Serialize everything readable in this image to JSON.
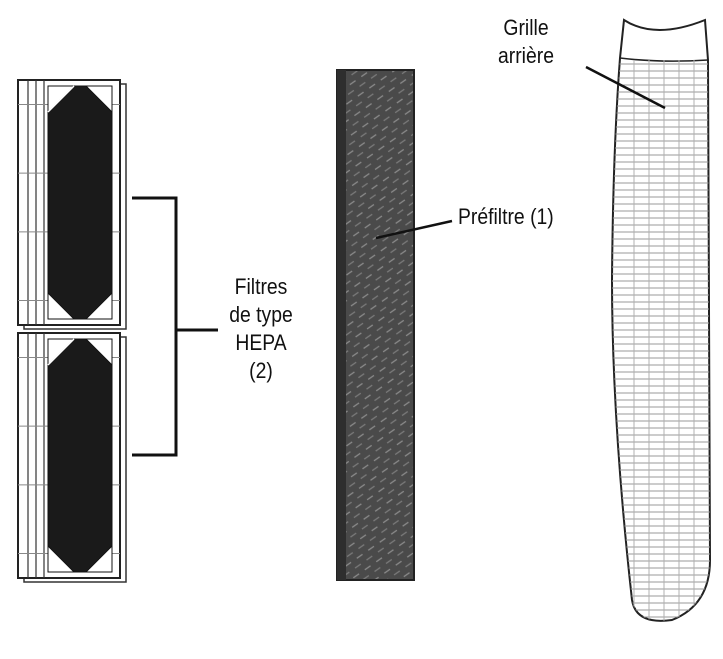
{
  "labels": {
    "grille": [
      "Grille",
      "arrière"
    ],
    "prefiltre": "Préfiltre (1)",
    "hepa": [
      "Filtres",
      "de type",
      "HEPA",
      "(2)"
    ]
  },
  "colors": {
    "ink": "#111111",
    "filter_dark": "#1a1a1a",
    "prefilter": "#4a4a4a",
    "grid_line": "#9a9a9a"
  }
}
